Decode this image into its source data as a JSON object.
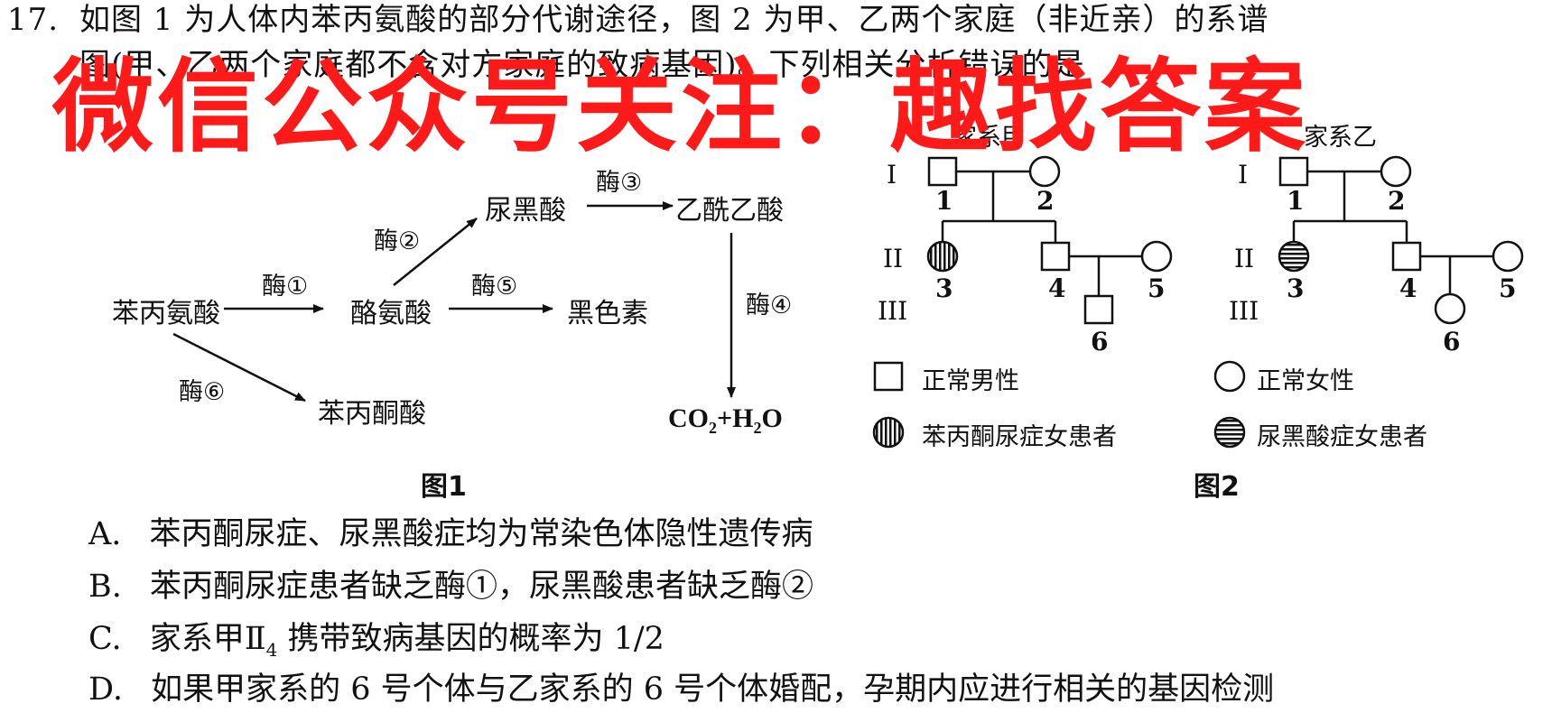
{
  "question": {
    "number": "17.",
    "line1": "如图 1 为人体内苯丙氨酸的部分代谢途径，图 2 为甲、乙两个家庭（非近亲）的系谱",
    "line2": "图(甲、乙两个家庭都不含对方家庭的致病基因)。下列相关分析错误的是"
  },
  "watermark": "微信公众号关注：趣找答案",
  "figure1": {
    "caption": "图1",
    "nodes": {
      "phe": "苯丙氨酸",
      "tyr": "酪氨酸",
      "hga": "尿黑酸",
      "aca": "乙酰乙酸",
      "mel": "黑色素",
      "ppa": "苯丙酮酸",
      "co2": "CO",
      "co2_sub": "2",
      "plus_h": "+H",
      "h2o_sub": "2",
      "o": "O"
    },
    "enzymes": {
      "e1": "酶①",
      "e2": "酶②",
      "e3": "酶③",
      "e4": "酶④",
      "e5": "酶⑤",
      "e6": "酶⑥"
    }
  },
  "figure2": {
    "caption": "图2",
    "family_a": "家系甲",
    "family_b": "家系乙",
    "generations": [
      "I",
      "II",
      "III"
    ],
    "ids": [
      "1",
      "2",
      "3",
      "4",
      "5",
      "6"
    ],
    "legend": {
      "normal_male": "正常男性",
      "normal_female": "正常女性",
      "pku_female": "苯丙酮尿症女患者",
      "akp_female": "尿黑酸症女患者"
    }
  },
  "options": [
    {
      "letter": "A.",
      "text": "苯丙酮尿症、尿黑酸症均为常染色体隐性遗传病"
    },
    {
      "letter": "B.",
      "text": "苯丙酮尿症患者缺乏酶①，尿黑酸患者缺乏酶②"
    },
    {
      "letter": "C.",
      "text_before": "家系甲Ⅱ",
      "sub": "4",
      "text_after": " 携带致病基因的概率为 1/2"
    },
    {
      "letter": "D.",
      "text": "如果甲家系的 6 号个体与乙家系的 6 号个体婚配，孕期内应进行相关的基因检测"
    }
  ]
}
